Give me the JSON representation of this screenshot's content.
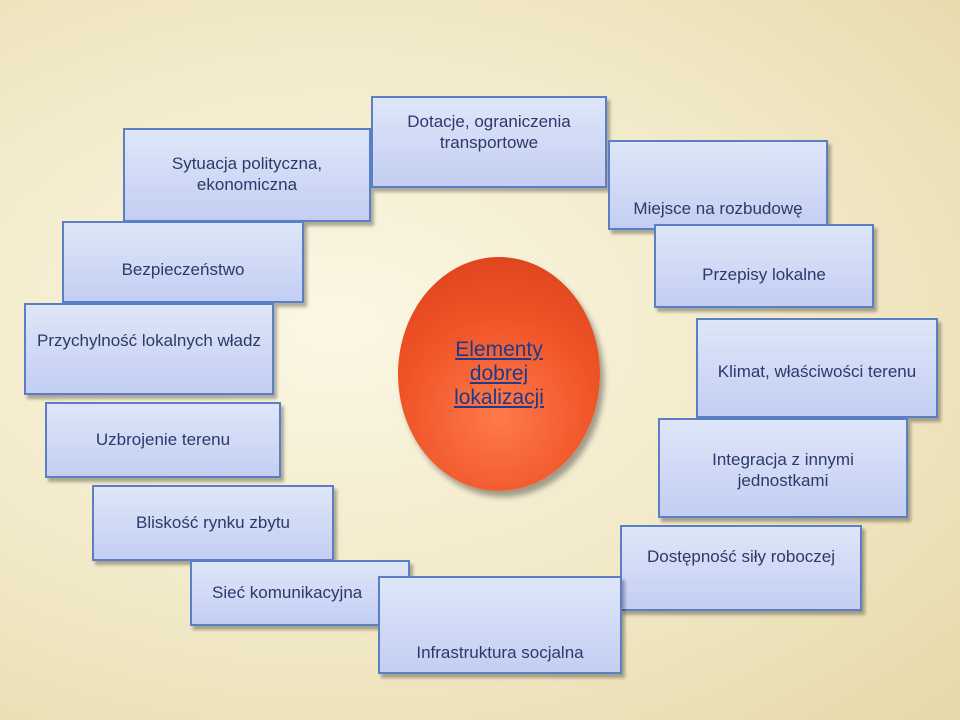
{
  "diagram": {
    "center_label": "Elementy dobrej lokalizacji",
    "items": [
      "Sytuacja polityczna, ekonomiczna",
      "Dotacje, ograniczenia transportowe",
      "Miejsce na rozbudowę",
      "Bezpieczeństwo",
      "Przepisy lokalne",
      "Przychylność lokalnych władz",
      "Uzbrojenie terenu",
      "Klimat, właściwości terenu",
      "Integracja z innymi jednostkami",
      "Bliskość rynku zbytu",
      "Dostępność siły roboczej",
      "Sieć komunikacyjna",
      "Infrastruktura socjalna"
    ]
  },
  "colors": {
    "box_fill": "#c3cef2",
    "box_border": "#5b7fc4",
    "center_fill": "#ee5226",
    "center_text": "#1f3a8a",
    "background": "#f1e8c6"
  }
}
